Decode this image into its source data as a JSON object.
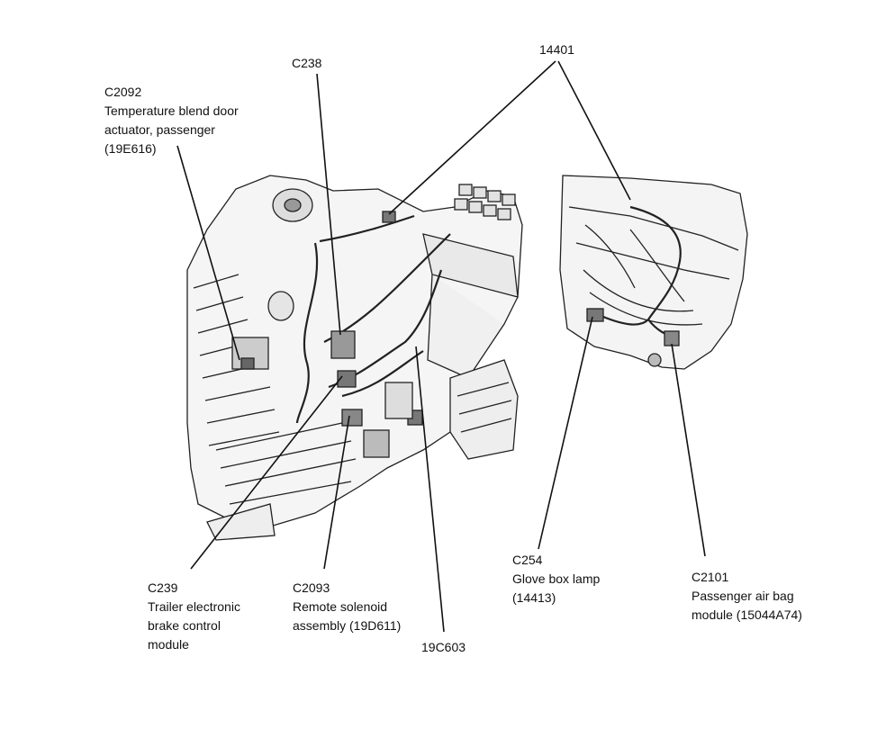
{
  "callouts": {
    "c2092": {
      "code": "C2092",
      "lines": [
        "Temperature blend door",
        "actuator, passenger",
        "(19E616)"
      ]
    },
    "c238": {
      "code": "C238"
    },
    "p14401": {
      "code": "14401"
    },
    "c239": {
      "code": "C239",
      "lines": [
        "Trailer electronic",
        "brake control",
        "module"
      ]
    },
    "c2093": {
      "code": "C2093",
      "lines": [
        "Remote solenoid",
        "assembly (19D611)"
      ]
    },
    "p19c603": {
      "code": "19C603"
    },
    "c254": {
      "code": "C254",
      "lines": [
        "Glove box lamp",
        "(14413)"
      ]
    },
    "c2101": {
      "code": "C2101",
      "lines": [
        "Passenger air bag",
        "module (15044A74)"
      ]
    }
  }
}
